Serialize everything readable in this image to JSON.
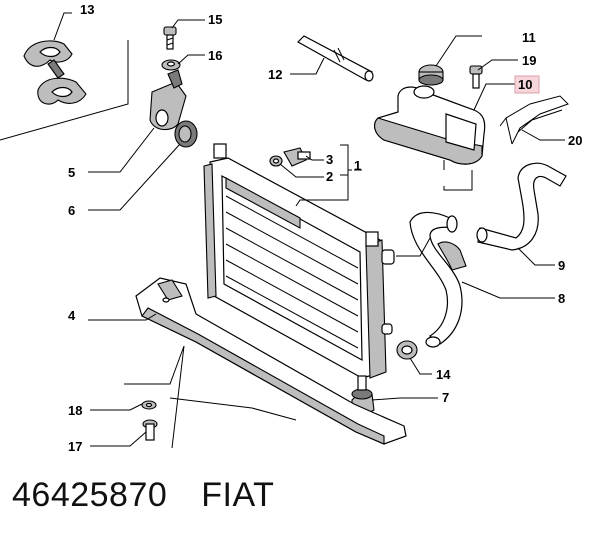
{
  "labels": {
    "l1": "1",
    "l2": "2",
    "l3": "3",
    "l4": "4",
    "l5": "5",
    "l6": "6",
    "l7": "7",
    "l8": "8",
    "l9": "9",
    "l10": "10",
    "l11": "11",
    "l12": "12",
    "l13": "13",
    "l14": "14",
    "l15": "15",
    "l16": "16",
    "l17": "17",
    "l18": "18",
    "l19": "19",
    "l20": "20"
  },
  "highlight": {
    "label": "10",
    "color": "#f6d6db"
  },
  "footer": {
    "part_number": "46425870",
    "brand": "FIAT"
  }
}
